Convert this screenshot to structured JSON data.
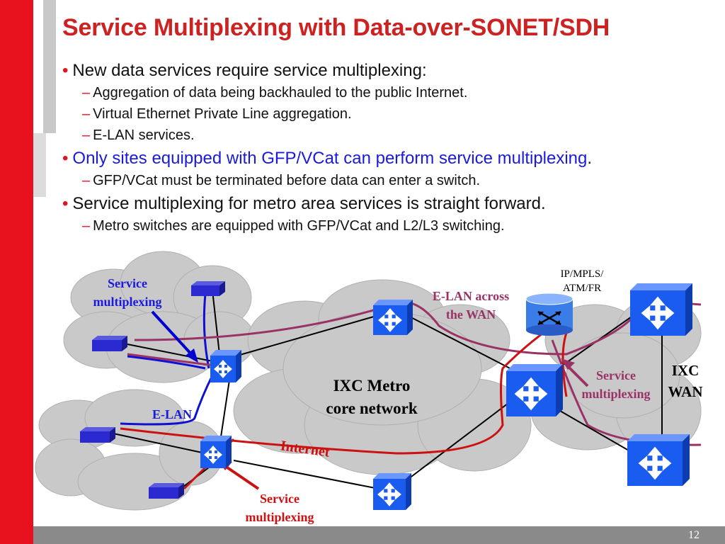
{
  "title": "Service Multiplexing with Data-over-SONET/SDH",
  "bullets": {
    "b1": "New data services require service multiplexing:",
    "b1_sub1": "Aggregation of data being backhauled to the public Internet.",
    "b1_sub2": "Virtual Ethernet Private Line aggregation.",
    "b1_sub3": "E-LAN services.",
    "b2": "Only sites equipped with GFP/VCat can perform service multiplexing",
    "b2_period": ".",
    "b2_sub1": "GFP/VCat must be terminated before data can enter a switch.",
    "b3": "Service multiplexing for metro area services is straight forward.",
    "b3_sub1": "Metro switches are equipped with GFP/VCat and L2/L3 switching."
  },
  "diagram": {
    "label_service_mux_top_1": "Service",
    "label_service_mux_top_2": "multiplexing",
    "label_elan_wan_1": "E-LAN across",
    "label_elan_wan_2": "the WAN",
    "label_ipmpls_1": "IP/MPLS/",
    "label_ipmpls_2": "ATM/FR",
    "label_ixc_metro_1": "IXC Metro",
    "label_ixc_metro_2": "core network",
    "label_service_mux_right_1": "Service",
    "label_service_mux_right_2": "multiplexing",
    "label_ixc_wan_1": "IXC",
    "label_ixc_wan_2": "WAN",
    "label_elan": "E-LAN",
    "label_internet": "Internet",
    "label_service_mux_bottom_1": "Service",
    "label_service_mux_bottom_2": "multiplexing"
  },
  "colors": {
    "accent_red": "#e8121e",
    "title_red": "#cc2222",
    "link_blue": "#1a1adc",
    "elan_purple": "#993366",
    "switch_blue": "#1a5cf0"
  },
  "page_number": "12"
}
